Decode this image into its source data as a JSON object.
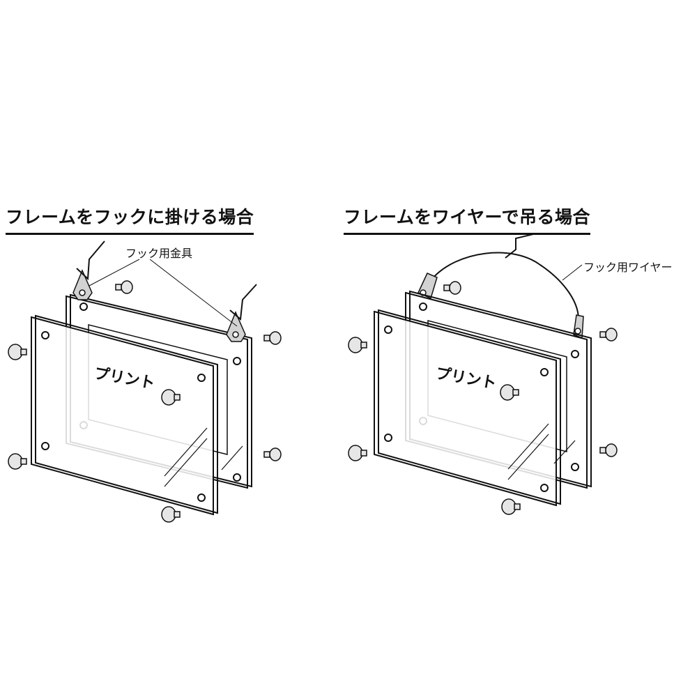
{
  "left": {
    "title": "フレームをフックに掛ける場合",
    "callout": "フック用金具",
    "print_label": "プリント"
  },
  "right": {
    "title": "フレームをワイヤーで吊る場合",
    "callout": "フック用ワイヤー",
    "print_label": "プリント"
  },
  "colors": {
    "ink": "#111111",
    "screw_fill": "#e6e6e6",
    "bracket_fill": "#d2d2d2"
  }
}
